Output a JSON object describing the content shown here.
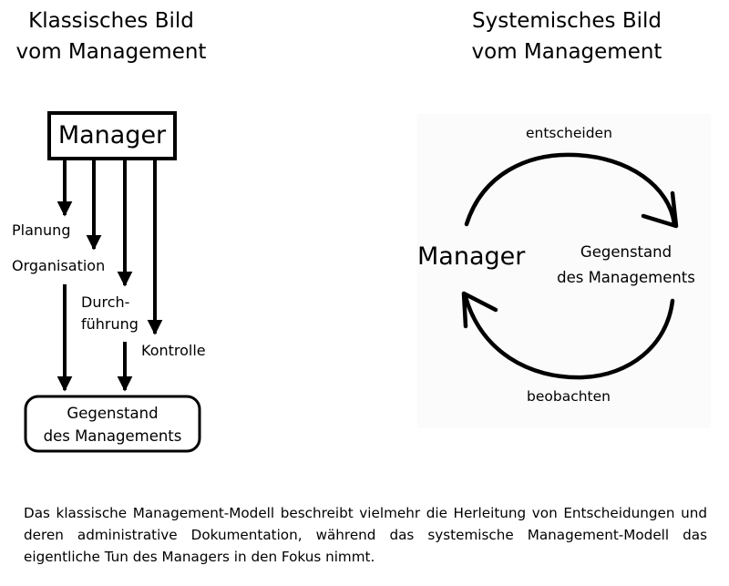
{
  "classic": {
    "title_line1": "Klassisches Bild",
    "title_line2": "vom Management",
    "manager": "Manager",
    "labels": {
      "planung": "Planung",
      "organisation": "Organisation",
      "durchfuehrung_1": "Durch-",
      "durchfuehrung_2": "führung",
      "kontrolle": "Kontrolle"
    },
    "target_line1": "Gegenstand",
    "target_line2": "des Managements"
  },
  "systemic": {
    "title_line1": "Systemisches Bild",
    "title_line2": "vom Management",
    "manager": "Manager",
    "target_line1": "Gegenstand",
    "target_line2": "des Managements",
    "top_arrow": "entscheiden",
    "bottom_arrow": "beobachten"
  },
  "caption": "Das klassische Management-Modell beschreibt vielmehr die Herleitung von Entscheidungen und deren administrative Dokumentation, während das systemische Management-Modell das eigentliche Tun des Managers in den Fokus nimmt."
}
